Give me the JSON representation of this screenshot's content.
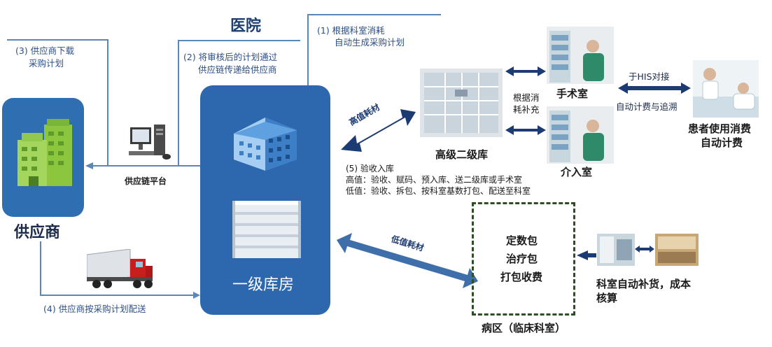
{
  "hospital": {
    "title": "医院"
  },
  "supplier": {
    "name": "供应商",
    "icon": "office-building-icon"
  },
  "platform": {
    "label": "供应链平台",
    "icon": "computer-icon"
  },
  "steps": {
    "s1_line1": "(1) 根据科室消耗",
    "s1_line2": "自动生成采购计划",
    "s2_line1": "(2) 将审核后的计划通过",
    "s2_line2": "供应链传递给供应商",
    "s3_line1": "(3) 供应商下载",
    "s3_line2": "采购计划",
    "s4": "(4) 供应商按采购计划配送",
    "s5_line1": "(5) 验收入库",
    "s5_line2": "高值：验收、赋码、预入库、送二级库或手术室",
    "s5_line3": "低值：验收、拆包、按科室基数打包、配送至科室"
  },
  "first_warehouse": {
    "label": "一级库房",
    "icon": "hospital-building-icon",
    "shelf_icon": "shelf-icon"
  },
  "high_value": {
    "arrow_label": "高值耗材",
    "store_label": "高级二级库"
  },
  "replenish": {
    "label_line1": "根据消",
    "label_line2": "耗补充"
  },
  "rooms": {
    "surgery": "手术室",
    "interventional": "介入室"
  },
  "his": {
    "line1": "于HIS对接",
    "line2": "自动计费与追溯"
  },
  "patient": {
    "line1": "患者使用消费",
    "line2": "自动计费"
  },
  "low_value": {
    "arrow_label": "低值耗材"
  },
  "ward": {
    "items": [
      "定数包",
      "治疗包",
      "打包收费"
    ],
    "title": "病区（临床科室）"
  },
  "dept": {
    "line1": "科室自动补货，成本",
    "line2": "核算"
  },
  "colors": {
    "accent_blue": "#2d67ad",
    "arrow_navy": "#1d3b73",
    "line_blue": "#5b86b8",
    "ward_border": "#2e4f24"
  }
}
